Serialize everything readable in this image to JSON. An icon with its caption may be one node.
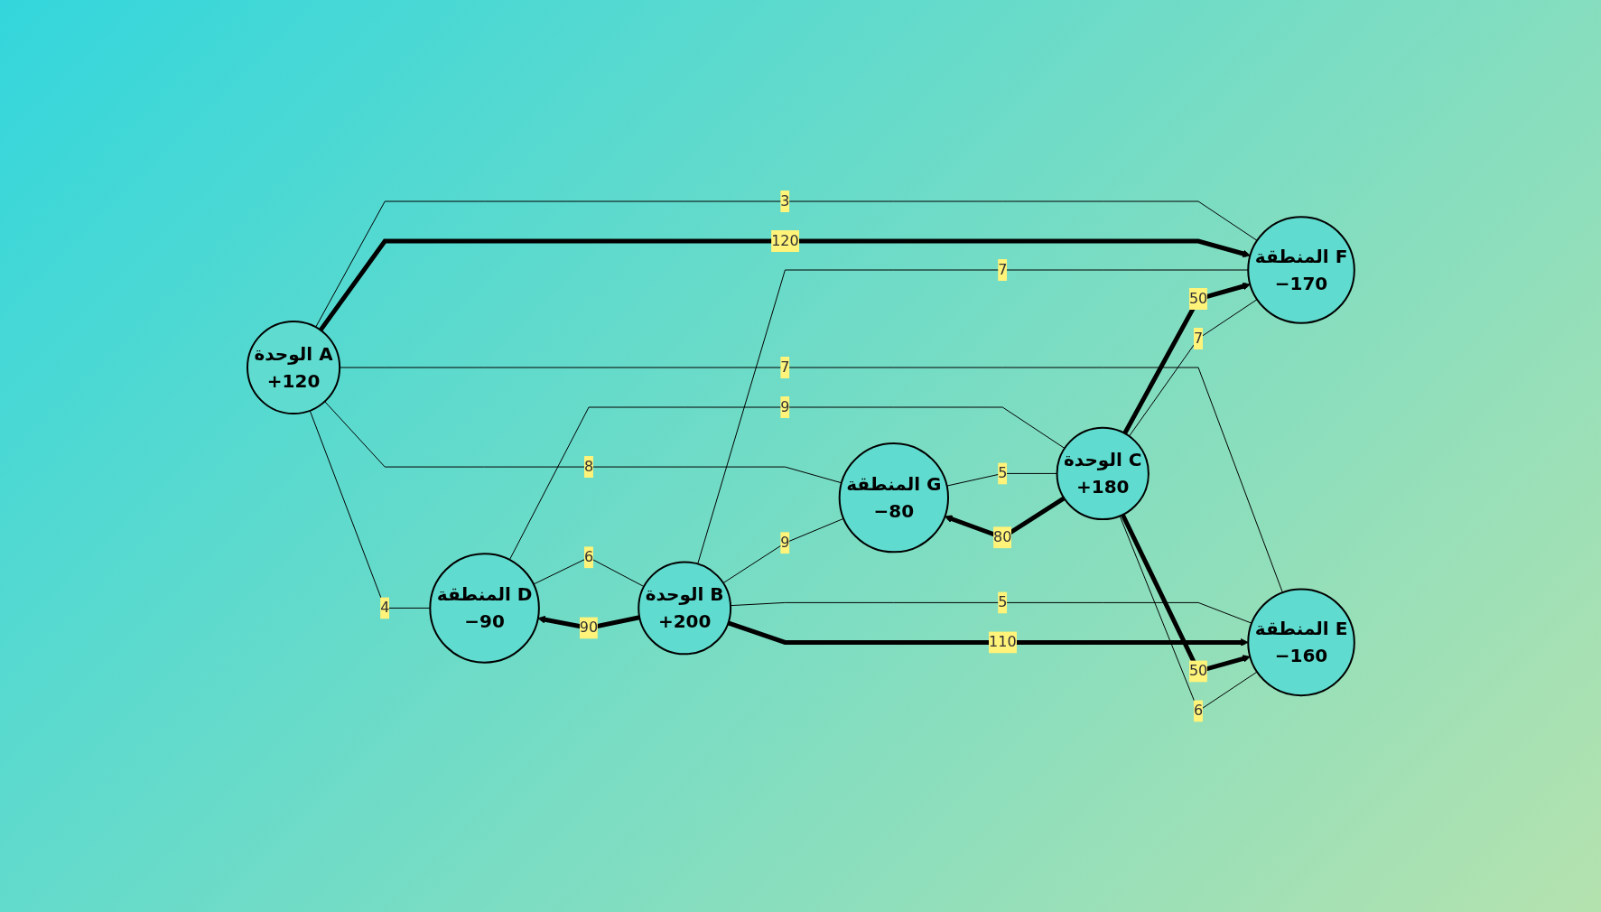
{
  "diagram": {
    "nodes": [
      {
        "text": [
          "الوحدة A",
          "+120"
        ]
      },
      {
        "text": [
          "المنطقة D",
          "−90"
        ]
      },
      {
        "text": [
          "الوحدة B",
          "+200"
        ]
      },
      {
        "text": [
          "المنطقة E",
          "−160"
        ]
      },
      {
        "text": [
          "المنطقة F",
          "−170"
        ]
      },
      {
        "text": [
          "المنطقة G",
          "−80"
        ]
      },
      {
        "text": [
          "الوحدة C",
          "+180"
        ]
      }
    ],
    "edges": [
      {
        "from": 0,
        "to": 1,
        "arrow": "none",
        "label": "4"
      },
      {
        "from": 1,
        "to": 2,
        "arrow": "none",
        "label": "6"
      },
      {
        "from": 2,
        "to": 1,
        "arrow": "to",
        "label": "90",
        "style": "thick"
      },
      {
        "from": 0,
        "to": 3,
        "arrow": "none",
        "label": "7"
      },
      {
        "from": 0,
        "to": 4,
        "arrow": "none",
        "label": "3"
      },
      {
        "from": 0,
        "to": 4,
        "arrow": "to",
        "label": "120",
        "style": "thick"
      },
      {
        "from": 0,
        "to": 5,
        "arrow": "none",
        "label": "8"
      },
      {
        "from": 2,
        "to": 5,
        "arrow": "none",
        "label": "9"
      },
      {
        "from": 2,
        "to": 4,
        "arrow": "none",
        "label": "7"
      },
      {
        "from": 2,
        "to": 3,
        "arrow": "none",
        "label": "5"
      },
      {
        "from": 2,
        "to": 3,
        "arrow": "to",
        "label": "110",
        "style": "thick"
      },
      {
        "from": 1,
        "to": 6,
        "arrow": "none",
        "label": "9"
      },
      {
        "from": 6,
        "to": 4,
        "arrow": "to",
        "label": "50",
        "style": "thick"
      },
      {
        "from": 6,
        "to": 3,
        "arrow": "to",
        "label": "50",
        "style": "thick"
      },
      {
        "from": 4,
        "to": 6,
        "arrow": "none",
        "label": "7"
      },
      {
        "from": 6,
        "to": 5,
        "arrow": "to",
        "label": "80",
        "style": "thick"
      },
      {
        "from": 5,
        "to": 6,
        "arrow": "none",
        "label": "5"
      },
      {
        "from": 6,
        "to": 3,
        "arrow": "none",
        "label": "6"
      }
    ]
  }
}
